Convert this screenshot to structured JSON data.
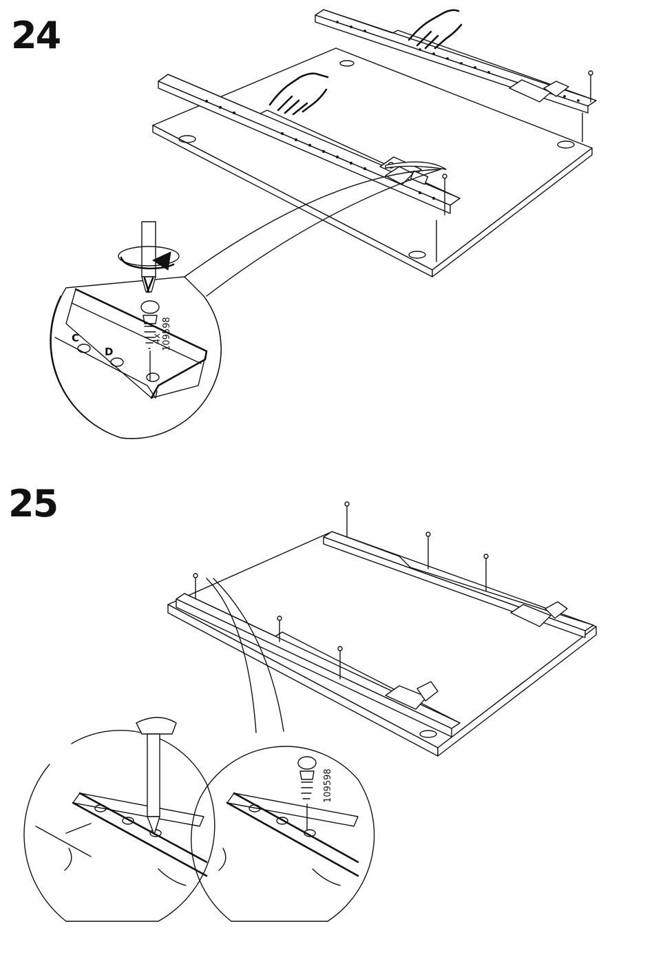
{
  "steps": [
    {
      "number": "24",
      "screw_part_number": "109598",
      "screw_quantity": "4x",
      "rail_hole_letters": [
        "C",
        "D"
      ]
    },
    {
      "number": "25",
      "screw_part_number": "109598"
    }
  ],
  "icons": [
    "pressing-hand-icon",
    "screwdriver-icon",
    "rotate-arrow-icon",
    "screw-icon",
    "magnify-circle-icon"
  ]
}
